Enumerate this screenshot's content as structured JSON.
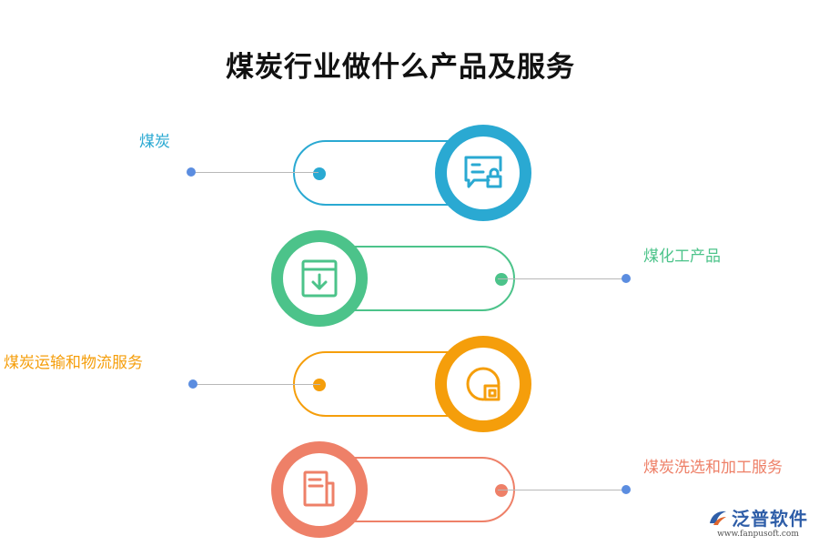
{
  "title": "煤炭行业做什么产品及服务",
  "items": [
    {
      "label": "煤炭",
      "color": "#2aa9d2",
      "icon": "message-lock-icon"
    },
    {
      "label": "煤化工产品",
      "color": "#4cc38a",
      "icon": "inbox-download-icon"
    },
    {
      "label": "煤炭运输和物流服务",
      "color": "#f59e0b",
      "icon": "pie-chart-icon"
    },
    {
      "label": "煤炭洗选和加工服务",
      "color": "#ee8068",
      "icon": "document-icon"
    }
  ],
  "logo": {
    "brand": "泛普软件",
    "url": "www.fanpusoft.com"
  }
}
